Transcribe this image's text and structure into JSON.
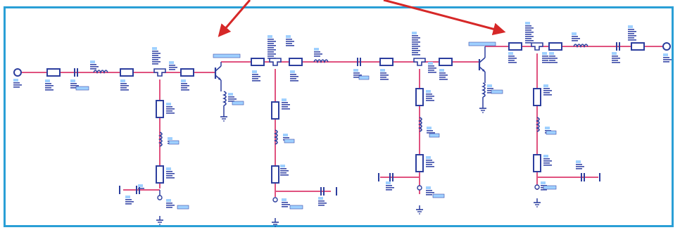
{
  "image_kind": "schematic-screenshot",
  "visible_text": [],
  "colors": {
    "frame_border": "#2a9fd6",
    "wire": "#e0527f",
    "component": "#2c3e9e",
    "label_block": "#3a4aa8",
    "label_highlight": "#9fd0ff",
    "ground": "#1f2f8f",
    "annotation_arrow": "#d62828"
  },
  "schematic": {
    "stages": [
      {
        "id": "stage-1"
      },
      {
        "id": "stage-2"
      },
      {
        "id": "stage-3"
      },
      {
        "id": "stage-4"
      }
    ],
    "arrows": [
      {
        "id": "arrow-left",
        "target": "transistor-stage-1"
      },
      {
        "id": "arrow-right",
        "target": "transistor-stage-3"
      }
    ]
  }
}
